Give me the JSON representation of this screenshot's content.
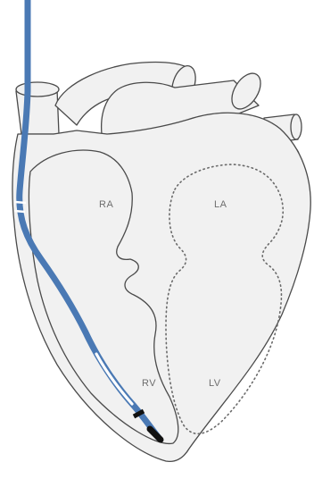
{
  "diagram": {
    "chambers": {
      "ra": "RA",
      "la": "LA",
      "rv": "RV",
      "lv": "LV"
    },
    "colors": {
      "background": "#ffffff",
      "tissue_fill": "#f1f1f1",
      "outline": "#4a4a4a",
      "lead_body": "#4a79b4",
      "lead_tip": "#111111",
      "coil": "#ffffff"
    },
    "icons": {
      "lead": "pacing-lead-icon"
    }
  }
}
